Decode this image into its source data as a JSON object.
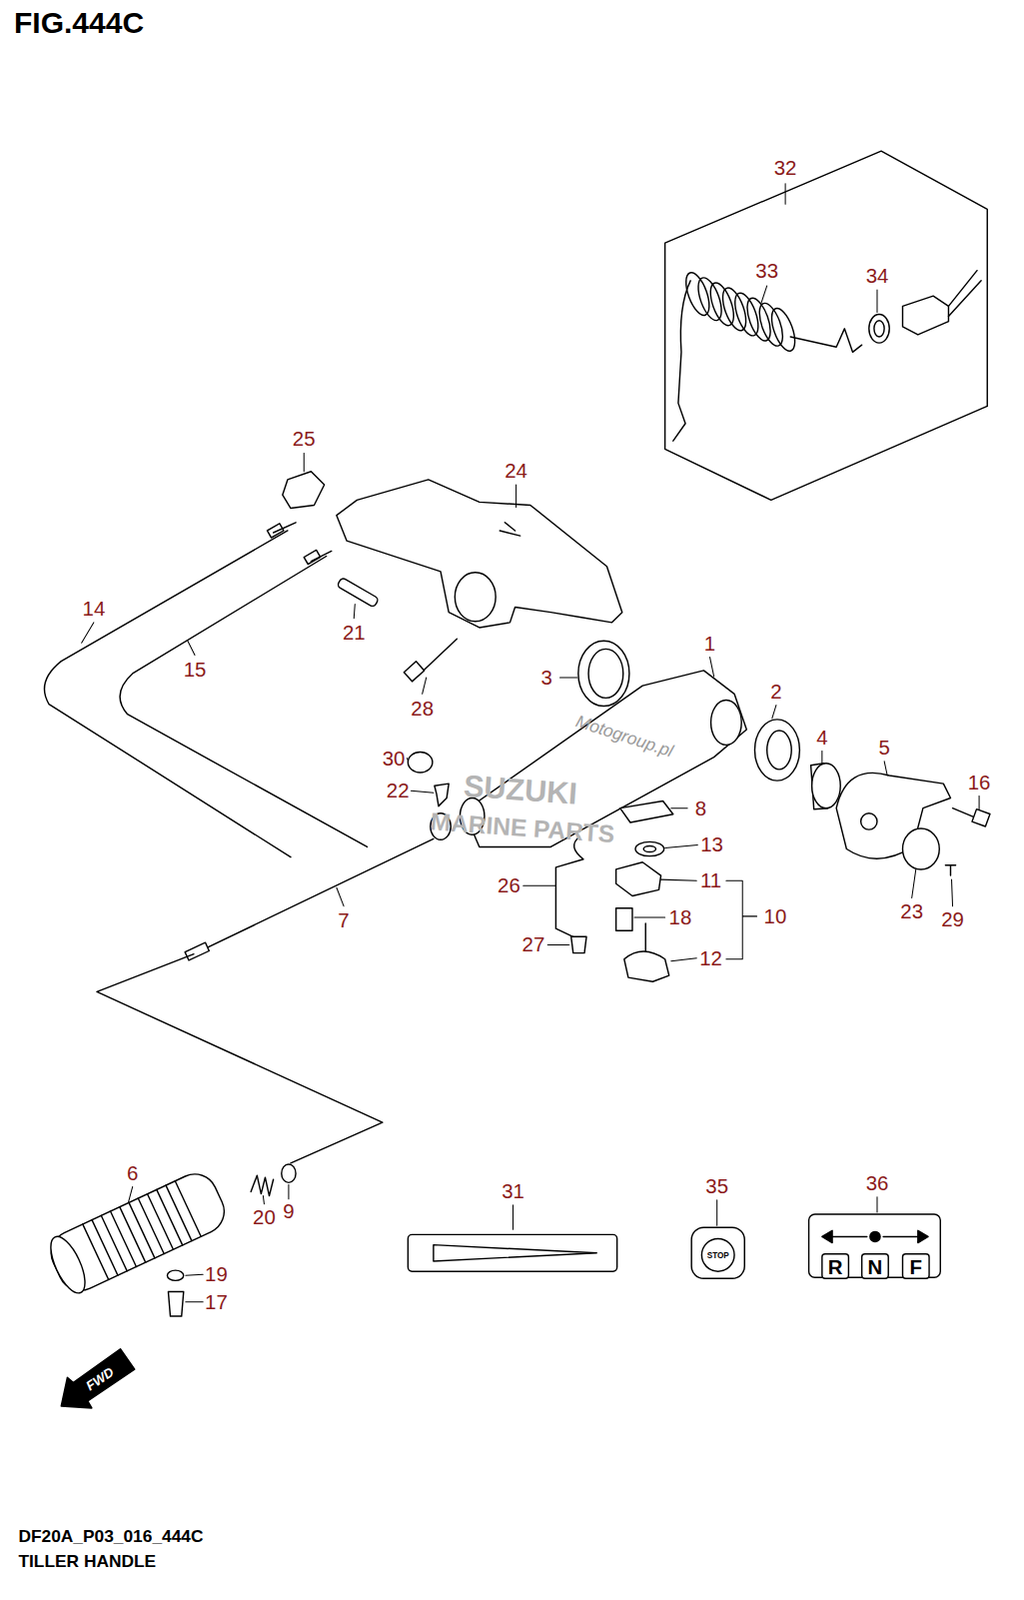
{
  "diagram": {
    "title": "FIG.444C",
    "caption": "TILLER HANDLE",
    "labels": [
      "32",
      "33",
      "34",
      "25",
      "24",
      "14",
      "21",
      "15",
      "1",
      "3",
      "2",
      "4",
      "5",
      "16",
      "28",
      "30",
      "22",
      "8",
      "13",
      "26",
      "11",
      "10",
      "18",
      "7",
      "27",
      "12",
      "23",
      "29",
      "6",
      "20",
      "9",
      "19",
      "17",
      "31",
      "35",
      "36",
      "STOP",
      "R",
      "N",
      "F",
      "FWD",
      "Motogroup.pl",
      "SUZUKI",
      "MARINE PARTS",
      "DF20A_P03_016_444C"
    ]
  }
}
